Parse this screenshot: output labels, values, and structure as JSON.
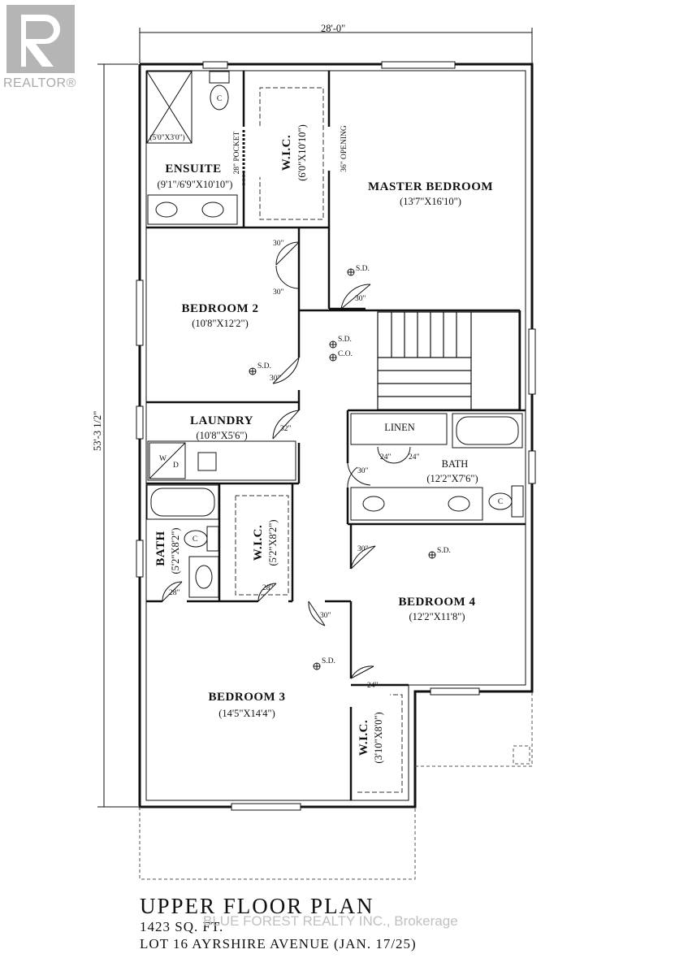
{
  "logo": {
    "text": "REALTOR®"
  },
  "dimensions": {
    "width": "28'-0\"",
    "depth": "53'-3 1/2\""
  },
  "rooms": {
    "ensuite": {
      "name": "ENSUITE",
      "dim": "(9'1\"/6'9\"X10'10\")",
      "shower": "(5'0\"X3'0\")"
    },
    "wic_master": {
      "name": "W.I.C.",
      "dim": "(6'0\"X10'10\")"
    },
    "master": {
      "name": "MASTER BEDROOM",
      "dim": "(13'7\"X16'10\")"
    },
    "bedroom2": {
      "name": "BEDROOM 2",
      "dim": "(10'8\"X12'2\")"
    },
    "laundry": {
      "name": "LAUNDRY",
      "dim": "(10'8\"X5'6\")"
    },
    "linen": {
      "name": "LINEN"
    },
    "bath_main": {
      "name": "BATH",
      "dim": "(12'2\"X7'6\")"
    },
    "bath_small": {
      "name": "BATH",
      "dim": "(5'2\"X8'2\")"
    },
    "wic_bed3": {
      "name": "W.I.C.",
      "dim": "(5'2\"X8'2\")"
    },
    "bedroom4": {
      "name": "BEDROOM 4",
      "dim": "(12'2\"X11'8\")"
    },
    "bedroom3": {
      "name": "BEDROOM 3",
      "dim": "(14'5\"X14'4\")"
    },
    "wic_bed4": {
      "name": "W.I.C.",
      "dim": "(3'10\"X8'0\")"
    }
  },
  "notes": {
    "pocket": "28\" POCKET",
    "opening": "36\" OPENING",
    "sd": "S.D.",
    "co": "C.O.",
    "washer": "W",
    "dryer": "D",
    "toilet": "C",
    "doors": {
      "d30": "30\"",
      "d32": "32\"",
      "d24": "24\"",
      "d28": "28\""
    }
  },
  "footer": {
    "title": "UPPER FLOOR PLAN",
    "area": "1423 SQ. FT.",
    "lot": "LOT 16 AYRSHIRE AVENUE (JAN. 17/25)",
    "watermark": "BLUE FOREST REALTY INC., Brokerage"
  }
}
